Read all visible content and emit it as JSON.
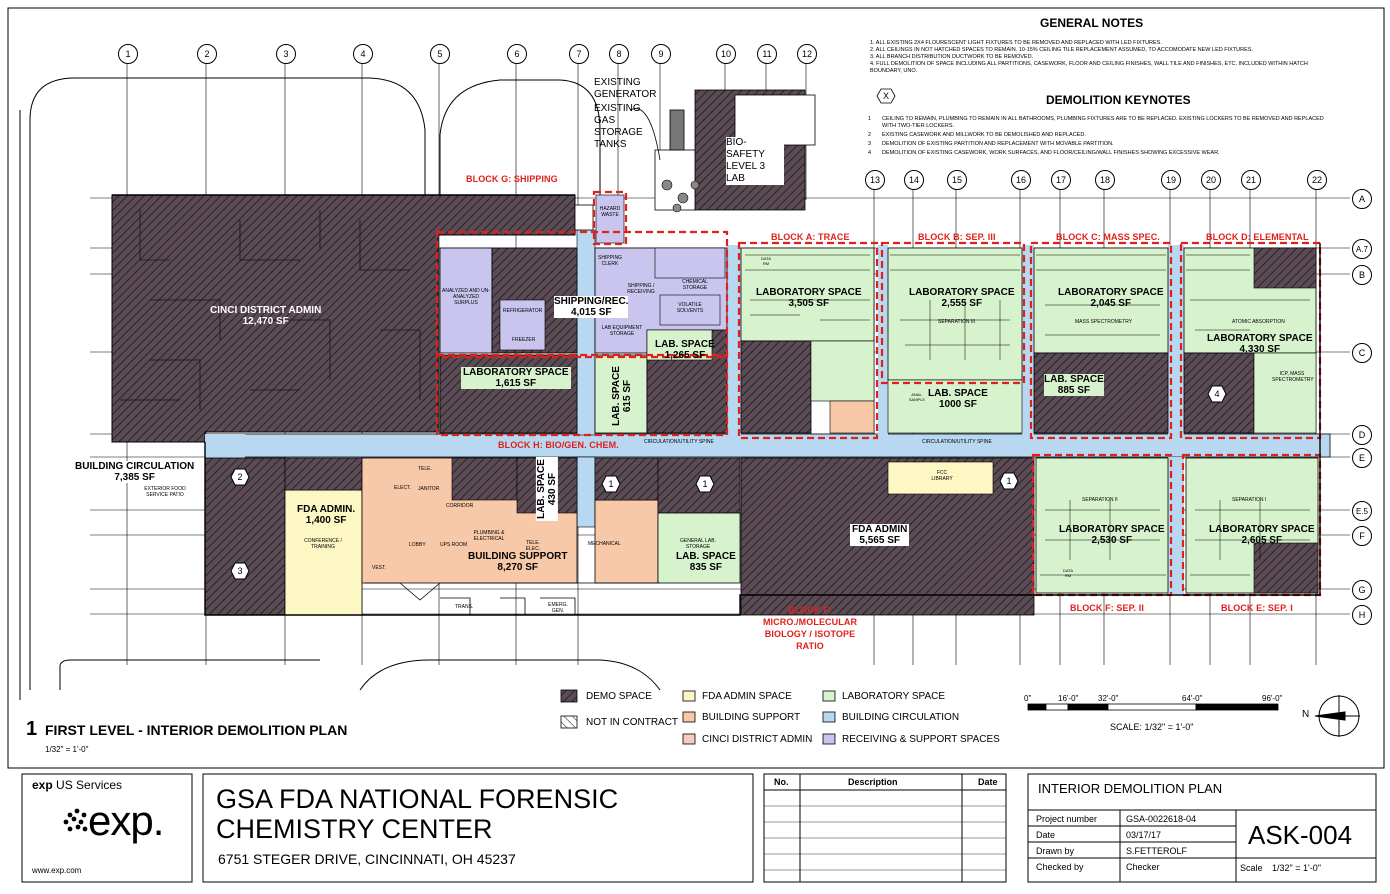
{
  "general_notes": {
    "title": "GENERAL NOTES",
    "items": [
      "1.   ALL EXISTING 2X4 FLOURESCENT LIGHT FIXTURES TO BE REMOVED AND REPLACED WITH LED FIXTURES.",
      "2.   ALL CEILINGS IN NOT HATCHED SPACES TO REMAIN.  10-15% CEILING TILE REPLACEMENT ASSUMED, TO ACCOMODATE NEW LED FIXTURES.",
      "3.   ALL BRANCH DISTRIBUTION DUCTWORK TO BE REMOVED.",
      "4.   FULL DEMOLITION OF SPACE INCLUDING ALL PARTITIONS, CASEWORK, FLOOR AND CEILING FINISHES, WALL TILE AND FINISHES, ETC. INCLUDED WITHIN HATCH",
      "      BOUNDARY, UNO."
    ]
  },
  "demolition_keynotes": {
    "title": "DEMOLITION KEYNOTES",
    "symbol": "X",
    "items": [
      {
        "num": "1",
        "text": "CEILING TO REMAIN, PLUMBING TO REMAIN IN ALL BATHROOMS, PLUMBING FIXTURES ARE TO BE REPLACED. EXISTING LOCKERS TO BE REMOVED AND REPLACED"
      },
      {
        "num": "",
        "text": "WITH TWO-TIER LOCKERS."
      },
      {
        "num": "2",
        "text": "EXISTING CASEWORK AND MILLWORK TO BE DEMOLISHED AND REPLACED."
      },
      {
        "num": "3",
        "text": "DEMOLITION OF EXISTING PARTITION AND REPLACEMENT WITH MOVABLE PARTITION."
      },
      {
        "num": "4",
        "text": "DEMOLITION OF EXISTING CASEWORK, WORK SURFACES, AND FLOOR/CEILING/WALL FINISHES SHOWING EXCESSIVE WEAR."
      }
    ]
  },
  "grid_columns": [
    "1",
    "2",
    "3",
    "4",
    "5",
    "6",
    "7",
    "8",
    "9",
    "10",
    "11",
    "12",
    "13",
    "14",
    "15",
    "16",
    "17",
    "18",
    "19",
    "20",
    "21",
    "22"
  ],
  "grid_rows": [
    "A",
    "A.7",
    "B",
    "C",
    "D",
    "E",
    "E.5",
    "F",
    "G",
    "H"
  ],
  "site_labels": {
    "generator": "EXISTING GENERATOR",
    "gas_tanks": "EXISTING GAS STORAGE TANKS",
    "biosafety": "BIO-SAFETY LEVEL 3 LAB"
  },
  "blocks": {
    "g": "BLOCK G: SHIPPING",
    "a": "BLOCK A: TRACE",
    "b": "BLOCK B: SEP. III",
    "c": "BLOCK C: MASS SPEC.",
    "d": "BLOCK D: ELEMENTAL",
    "h": "BLOCK H: BIO/GEN. CHEM.",
    "f_sep": "BLOCK F: SEP. II",
    "e": "BLOCK E: SEP. I",
    "f_micro": "BLOCK F: MICRO./MOLECULAR BIOLOGY / ISOTOPE RATIO"
  },
  "rooms": {
    "cinci_name": "CINCI DISTRICT ADMIN",
    "cinci_sf": "12,470 SF",
    "ship_name": "SHIPPING/REC.",
    "ship_sf": "4,015 SF",
    "lab_a_name": "LABORATORY SPACE",
    "lab_a_sf": "3,505 SF",
    "lab_b_name": "LABORATORY SPACE",
    "lab_b_sf": "2,555 SF",
    "lab_c_name": "LABORATORY SPACE",
    "lab_c_sf": "2,045 SF",
    "lab_d_name": "LABORATORY SPACE",
    "lab_d_sf": "4,330 SF",
    "lab_h_name": "LABORATORY SPACE",
    "lab_h_sf": "1,615 SF",
    "lab615_name": "LAB. SPACE",
    "lab615_sf": "615 SF",
    "lab1265_name": "LAB. SPACE",
    "lab1265_sf": "1,265 SF",
    "lab1000_name": "LAB. SPACE",
    "lab1000_sf": "1000 SF",
    "lab885_name": "LAB. SPACE",
    "lab885_sf": "885 SF",
    "circ_name": "BUILDING CIRCULATION",
    "circ_sf": "7,385 SF",
    "fdaadmin_s_name": "FDA ADMIN.",
    "fdaadmin_s_sf": "1,400 SF",
    "lab430_name": "LAB. SPACE",
    "lab430_sf": "430 SF",
    "bsup_name": "BUILDING SUPPORT",
    "bsup_sf": "8,270 SF",
    "lab835_name": "LAB. SPACE",
    "lab835_sf": "835 SF",
    "fdaadmin_name": "FDA ADMIN",
    "fdaadmin_sf": "5,565 SF",
    "lab_f_name": "LABORATORY SPACE",
    "lab_f_sf": "2,530 SF",
    "lab_e_name": "LABORATORY SPACE",
    "lab_e_sf": "2,605 SF"
  },
  "small_labels": {
    "analyzed": "ANALYZED AND UN-ANALYZED SURPLUS",
    "refrigerator": "REFRIGERATOR",
    "freezer": "FREEZER",
    "shipping_clerk": "SHIPPING CLERK",
    "shipping_receiving": "SHIPPING / RECEIVING",
    "chemical_storage": "CHEMICAL STORAGE",
    "volatile": "VOLATILE SOLVENTS",
    "lab_equipment": "LAB EQUIPMENT STORAGE",
    "hazard": "HAZARD WASTE",
    "spine": "CIRCULATION/UTILITY SPINE",
    "spine2": "CIRCULATION/UTILITY SPINE",
    "fcc_library": "FCC LIBRARY",
    "conference": "CONFERENCE / TRAINING",
    "general_lab": "GENERAL LAB. STORAGE",
    "exterior_food": "EXTERIOR FOOD SERVICE PATIO",
    "lobby": "LOBBY",
    "mechanical": "MECHANICAL",
    "elect": "ELECT.",
    "tele": "TELE.",
    "vest": "VEST.",
    "trans": "TRANS.",
    "emerg": "EMERG. GEN.",
    "ups": "UPS ROOM",
    "plumbing": "PLUMBING & ELECTRICAL",
    "janitor": "JANITOR",
    "corridor": "CORRIDOR",
    "tele_elec": "TELE. ELEC.",
    "sep3": "SEPARATION III",
    "mass_spec": "MASS SPECTROMETRY",
    "atomic": "ATOMIC ABSORPTION",
    "icp": "ICP, MASS SPECTROMETRY",
    "sep2": "SEPARATION II",
    "sep1": "SEPARATION I",
    "data_rm": "DATA RM",
    "anal": "ANAL. SAMPLE"
  },
  "keynote_markers": [
    "1",
    "2",
    "3",
    "4"
  ],
  "legend": {
    "demo": "DEMO SPACE",
    "nic": "NOT IN CONTRACT",
    "fda": "FDA ADMIN SPACE",
    "bsupport": "BUILDING SUPPORT",
    "cinci": "CINCI DISTRICT ADMIN",
    "lab": "LABORATORY SPACE",
    "circ": "BUILDING CIRCULATION",
    "recv": "RECEIVING & SUPPORT SPACES"
  },
  "colors": {
    "fda": "#fdf7c3",
    "bsupport": "#f8c9a9",
    "cinci": "#f7c9c9",
    "lab": "#d7f3cd",
    "circ": "#b7d8f0",
    "recv": "#c9c5ee",
    "demo": "#5a4b55",
    "red": "#e0201b"
  },
  "scale_bar": {
    "ticks": [
      "0\"",
      "16'-0\"",
      "32'-0\"",
      "64'-0\"",
      "96'-0\""
    ],
    "scale_text": "SCALE:  1/32\" = 1'-0\"",
    "north": "N"
  },
  "drawing_title": {
    "number": "1",
    "title": "FIRST LEVEL - INTERIOR DEMOLITION PLAN",
    "scale": "1/32\" = 1'-0\""
  },
  "title_block": {
    "company": "exp US Services",
    "logo_text": "exp.",
    "website": "www.exp.com",
    "project_line1": "GSA FDA NATIONAL FORENSIC",
    "project_line2": "CHEMISTRY CENTER",
    "address": "6751 STEGER DRIVE, CINCINNATI, OH  45237",
    "rev_headers": [
      "No.",
      "Description",
      "Date"
    ],
    "sheet_title": "INTERIOR DEMOLITION PLAN",
    "project_number_label": "Project number",
    "project_number": "GSA-0022618-04",
    "date_label": "Date",
    "date": "03/17/17",
    "drawn_label": "Drawn by",
    "drawn": "S.FETTEROLF",
    "checked_label": "Checked by",
    "checked": "Checker",
    "sheet_number": "ASK-004",
    "scale_label": "Scale",
    "scale": "1/32\" = 1'-0\""
  }
}
